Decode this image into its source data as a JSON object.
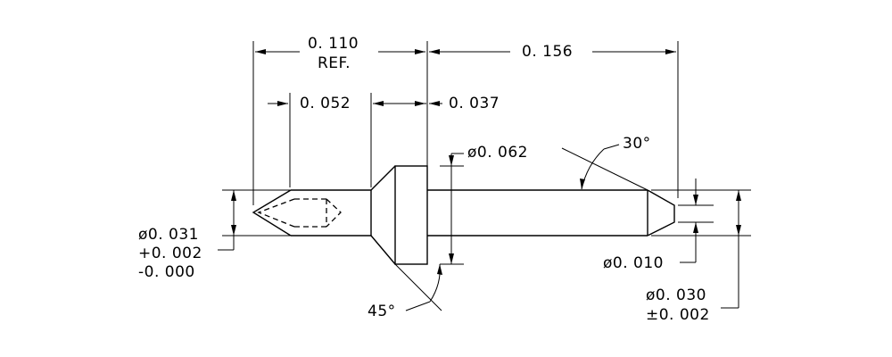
{
  "dimensions": {
    "ref_length": "0. 110",
    "ref_note": "REF.",
    "tip_length": "0. 156",
    "shank_length": "0. 052",
    "collar_length": "0. 037",
    "collar_diameter": "ø0. 062",
    "tip_angle": "30°",
    "shank_diameter": "ø0. 031",
    "shank_tol_plus": "+0. 002",
    "shank_tol_minus": "-0. 000",
    "collar_angle": "45°",
    "tip_flat_diameter": "ø0. 010",
    "tip_diameter": "ø0. 030",
    "tip_tol": "±0. 002"
  }
}
